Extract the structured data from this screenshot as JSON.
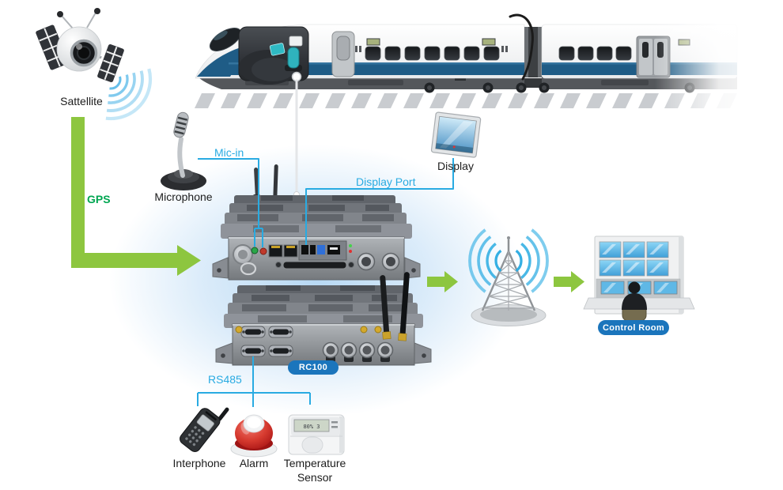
{
  "colors": {
    "connector_blue": "#29ABE2",
    "arrow_green": "#8DC63F",
    "gps_green": "#00A651",
    "badge_blue": "#1B75BC",
    "train_stripe": "#1F5C86"
  },
  "diagram": {
    "satellite": {
      "label": "Sattellite"
    },
    "gps_link": {
      "label": "GPS"
    },
    "microphone": {
      "label": "Microphone"
    },
    "mic_in": {
      "label": "Mic-in"
    },
    "display": {
      "label": "Display"
    },
    "display_port": {
      "label": "Display Port"
    },
    "device": {
      "model": "RC100"
    },
    "rs485_bus": {
      "label": "RS485"
    },
    "interphone": {
      "label": "Interphone"
    },
    "alarm": {
      "label": "Alarm"
    },
    "temperature_sensor": {
      "label": "Temperature Sensor",
      "lcd_reading": "80% 3"
    },
    "control_room": {
      "label": "Control Room"
    }
  }
}
